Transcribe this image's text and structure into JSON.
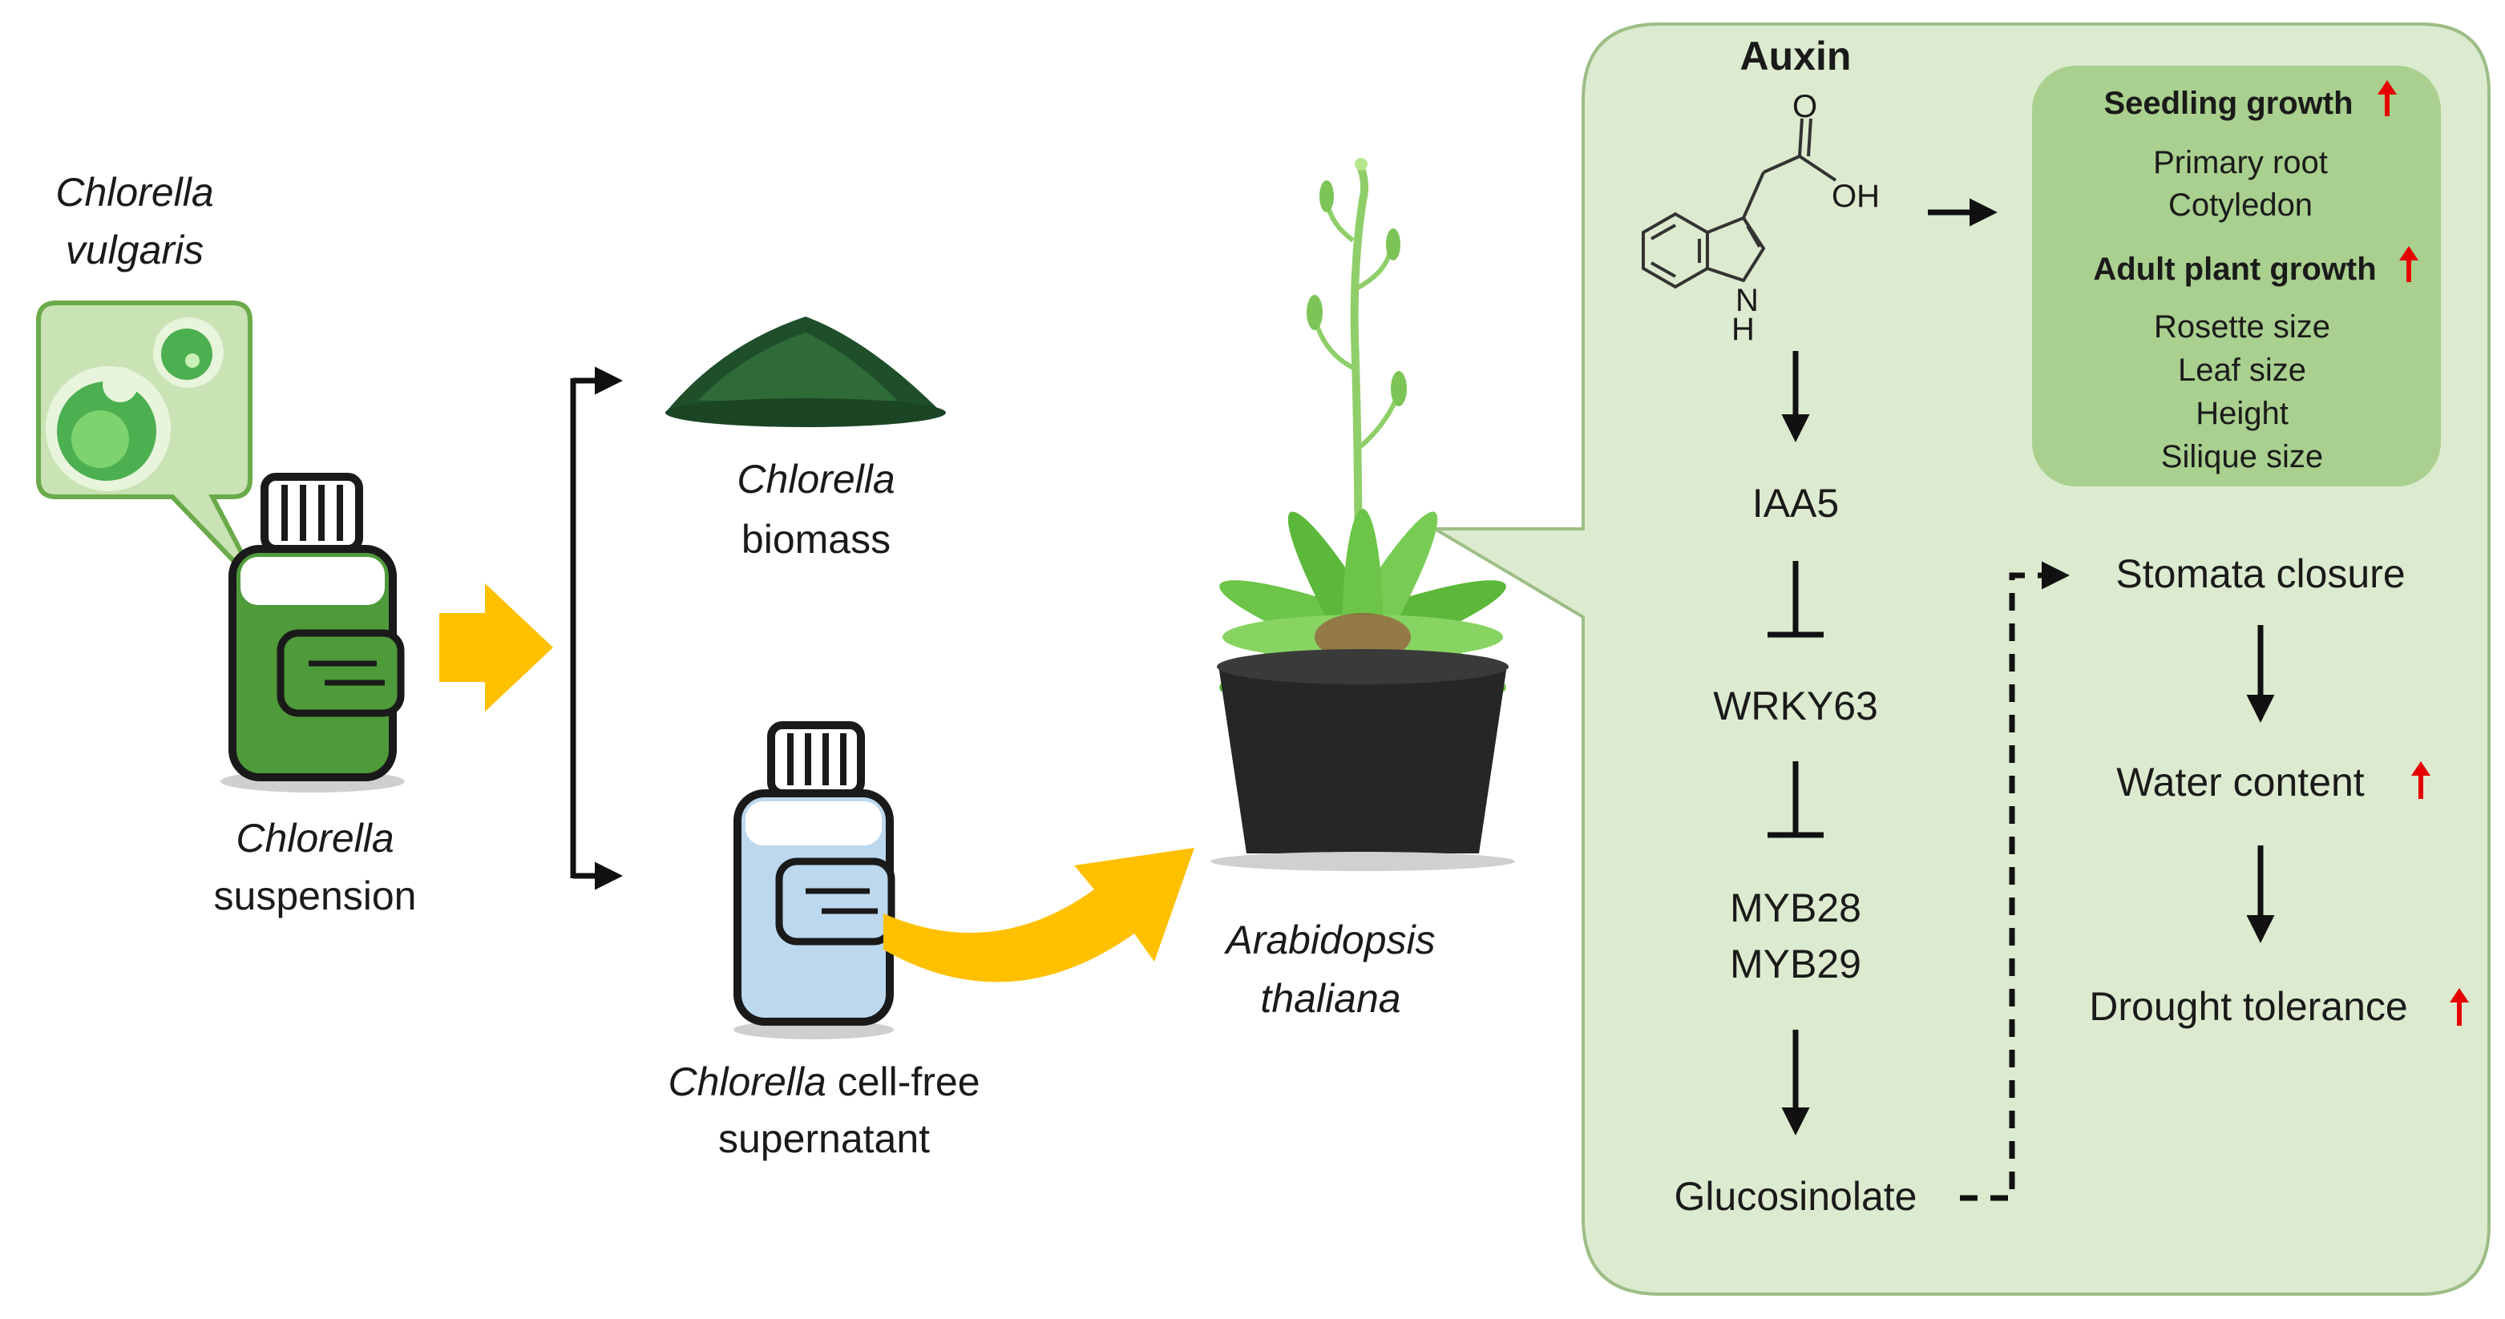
{
  "left": {
    "vulgaris_line1": "Chlorella",
    "vulgaris_line2": "vulgaris",
    "suspension_line1": "Chlorella",
    "suspension_line2": "suspension",
    "biomass_line1": "Chlorella",
    "biomass_line2": "biomass",
    "supernatant_italic": "Chlorella",
    "supernatant_rest": " cell-free",
    "supernatant_line2": "supernatant",
    "plant_line1": "Arabidopsis",
    "plant_line2": "thaliana"
  },
  "panel": {
    "auxin": "Auxin",
    "oh_label": "OH",
    "o_label": "O",
    "h_label": "H",
    "n_label": "N",
    "pathway": [
      "IAA5",
      "WRKY63",
      "MYB28",
      "MYB29",
      "Glucosinolate"
    ],
    "growth_box": {
      "seedling_title": "Seedling growth",
      "seedling_items": [
        "Primary root",
        "Cotyledon"
      ],
      "adult_title": "Adult plant growth",
      "adult_items": [
        "Rosette size",
        "Leaf size",
        "Height",
        "Silique size"
      ]
    },
    "drought_chain": [
      "Stomata closure",
      "Water content",
      "Drought tolerance"
    ]
  },
  "colors": {
    "panel_fill": "#dcebcf",
    "growth_box_fill": "#a9d08e",
    "up_arrow": "#e60000",
    "flow_arrow": "#ffc000",
    "culture_green": "#4f9a3a",
    "supernatant_blue": "#bcd8ee"
  }
}
